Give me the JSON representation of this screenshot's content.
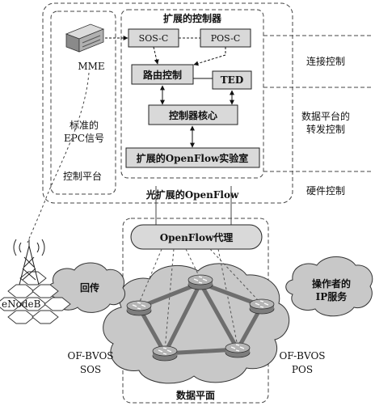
{
  "labels": {
    "extended_controller": "扩展的控制器",
    "sos_c": "SOS-C",
    "pos_c": "POS-C",
    "routing_control": "路由控制",
    "ted": "TED",
    "controller_core": "控制器核心",
    "openflow_lab": "扩展的OpenFlow实验室",
    "optical_openflow": "光扩展的OpenFlow",
    "mme": "MME",
    "std_epc_line1": "标准的",
    "std_epc_line2": "EPC信号",
    "control_platform": "控制平台",
    "connection_control": "连接控制",
    "dp_forward_line1": "数据平台的",
    "dp_forward_line2": "转发控制",
    "hardware_control": "硬件控制",
    "openflow_proxy": "OpenFlow代理",
    "backhaul": "回传",
    "operator_ip_line1": "操作者的",
    "operator_ip_line2": "IP服务",
    "enodeb": "eNodeB",
    "of_bvos_sos_line1": "OF-BVOS",
    "of_bvos_sos_line2": "SOS",
    "of_bvos_pos_line1": "OF-BVOS",
    "of_bvos_pos_line2": "POS",
    "data_plane": "数据平面"
  },
  "colors": {
    "box_fill": "#d9d9d9",
    "cloud_fill": "#c8c8c8",
    "cloud_stroke": "#333333",
    "link": "#555555",
    "router_fill": "#9a9a9a",
    "dash": "#444444"
  },
  "icons": {
    "mme": "server-icon",
    "enodeb": "antenna-tower-icon",
    "router": "router-icon"
  }
}
